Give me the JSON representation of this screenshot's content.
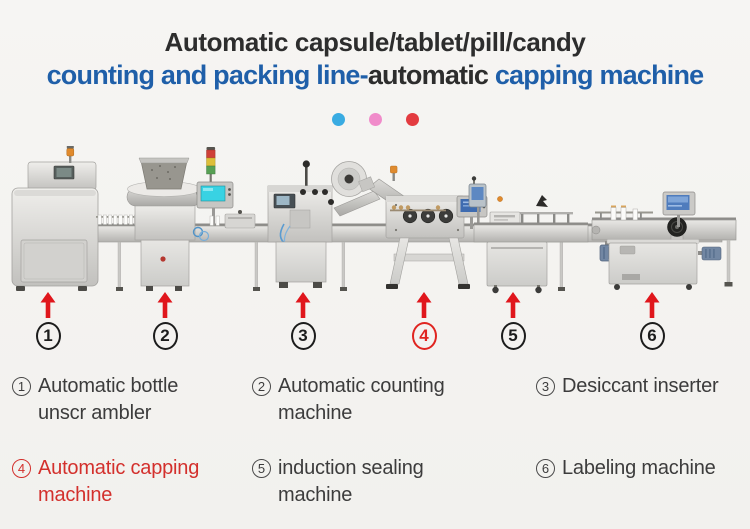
{
  "title": {
    "line1": "Automatic capsule/tablet/pill/candy",
    "line2": {
      "blue1": "counting and packing line-",
      "dark": "automatic ",
      "blue2": "capping machine"
    }
  },
  "colors": {
    "title_dark": "#2d2d2d",
    "title_blue": "#1f5fa9",
    "dots": [
      "#39abe2",
      "#f08bca",
      "#e33b40"
    ],
    "arrow": "#e0161c",
    "legend_red": "#d3302c",
    "background": "#f5f4f2"
  },
  "markers": [
    {
      "num": "1",
      "red": false
    },
    {
      "num": "2",
      "red": false
    },
    {
      "num": "3",
      "red": false
    },
    {
      "num": "4",
      "red": true
    },
    {
      "num": "5",
      "red": false
    },
    {
      "num": "6",
      "red": false
    }
  ],
  "legend": {
    "items": [
      {
        "num": "1",
        "label": "Automatic bottle\nunscr ambler",
        "red": false
      },
      {
        "num": "2",
        "label": "Automatic counting\nmachine",
        "red": false
      },
      {
        "num": "3",
        "label": "Desiccant inserter",
        "red": false
      },
      {
        "num": "4",
        "label": "Automatic capping\nmachine",
        "red": true
      },
      {
        "num": "5",
        "label": "induction sealing\nmachine",
        "red": false
      },
      {
        "num": "6",
        "label": "Labeling machine",
        "red": false
      }
    ]
  }
}
